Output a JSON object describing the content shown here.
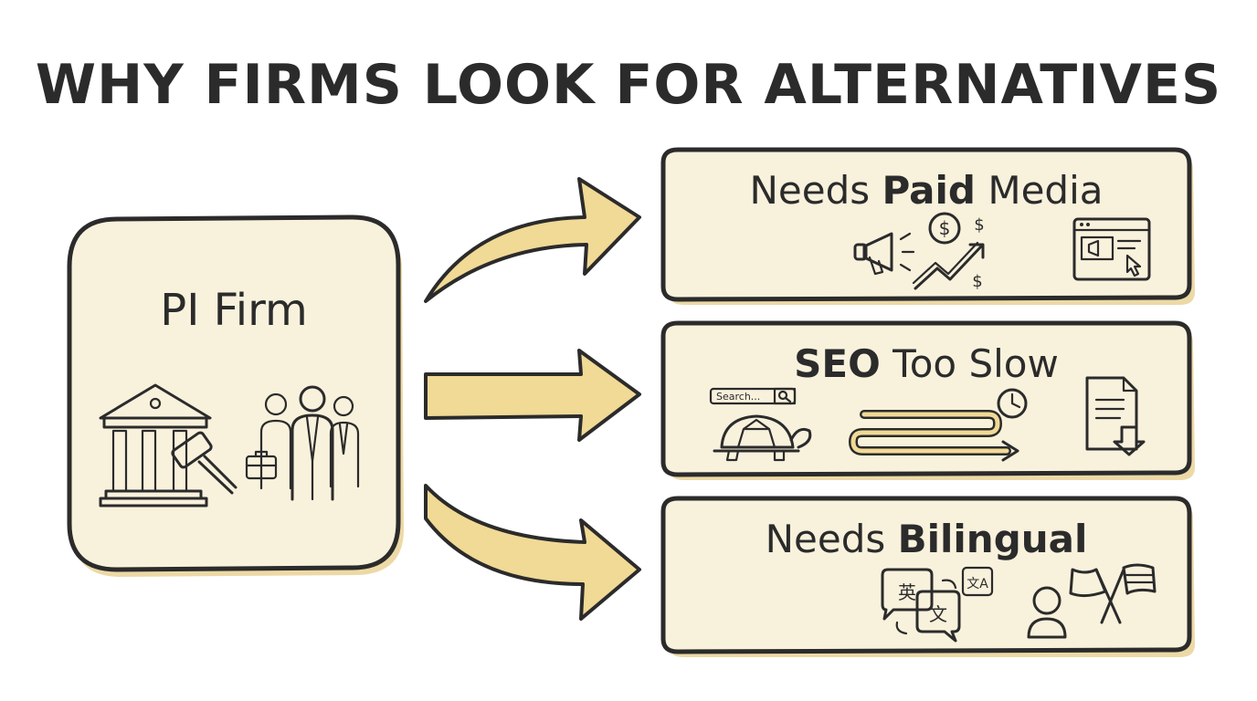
{
  "title": "WHY FIRMS LOOK FOR ALTERNATIVES",
  "source": {
    "label": "PI Firm",
    "icons": [
      "courthouse-icon",
      "gavel-icon",
      "lawyers-group-icon",
      "briefcase-icon"
    ]
  },
  "reasons": [
    {
      "prefix": "Needs ",
      "bold": "Paid",
      "suffix": " Media",
      "icons": [
        "megaphone-icon",
        "dollar-coin-icon",
        "rising-trend-icon",
        "web-ad-icon"
      ]
    },
    {
      "prefix": "",
      "bold": "SEO",
      "suffix": " Too Slow",
      "search_placeholder": "Search...",
      "icons": [
        "search-bar-icon",
        "turtle-icon",
        "winding-path-icon",
        "clock-icon",
        "document-download-icon"
      ]
    },
    {
      "prefix": "Needs ",
      "bold": "Bilingual",
      "suffix": "",
      "glyph_a": "英",
      "glyph_b": "文",
      "icons": [
        "translation-bubbles-icon",
        "translate-icon",
        "person-icon",
        "flags-icon"
      ]
    }
  ],
  "colors": {
    "box_fill": "#f8f1dc",
    "box_shadow": "#ecd9a6",
    "arrow_fill": "#f1d996",
    "outline": "#2b2b2b",
    "accent": "#e8c56a"
  }
}
